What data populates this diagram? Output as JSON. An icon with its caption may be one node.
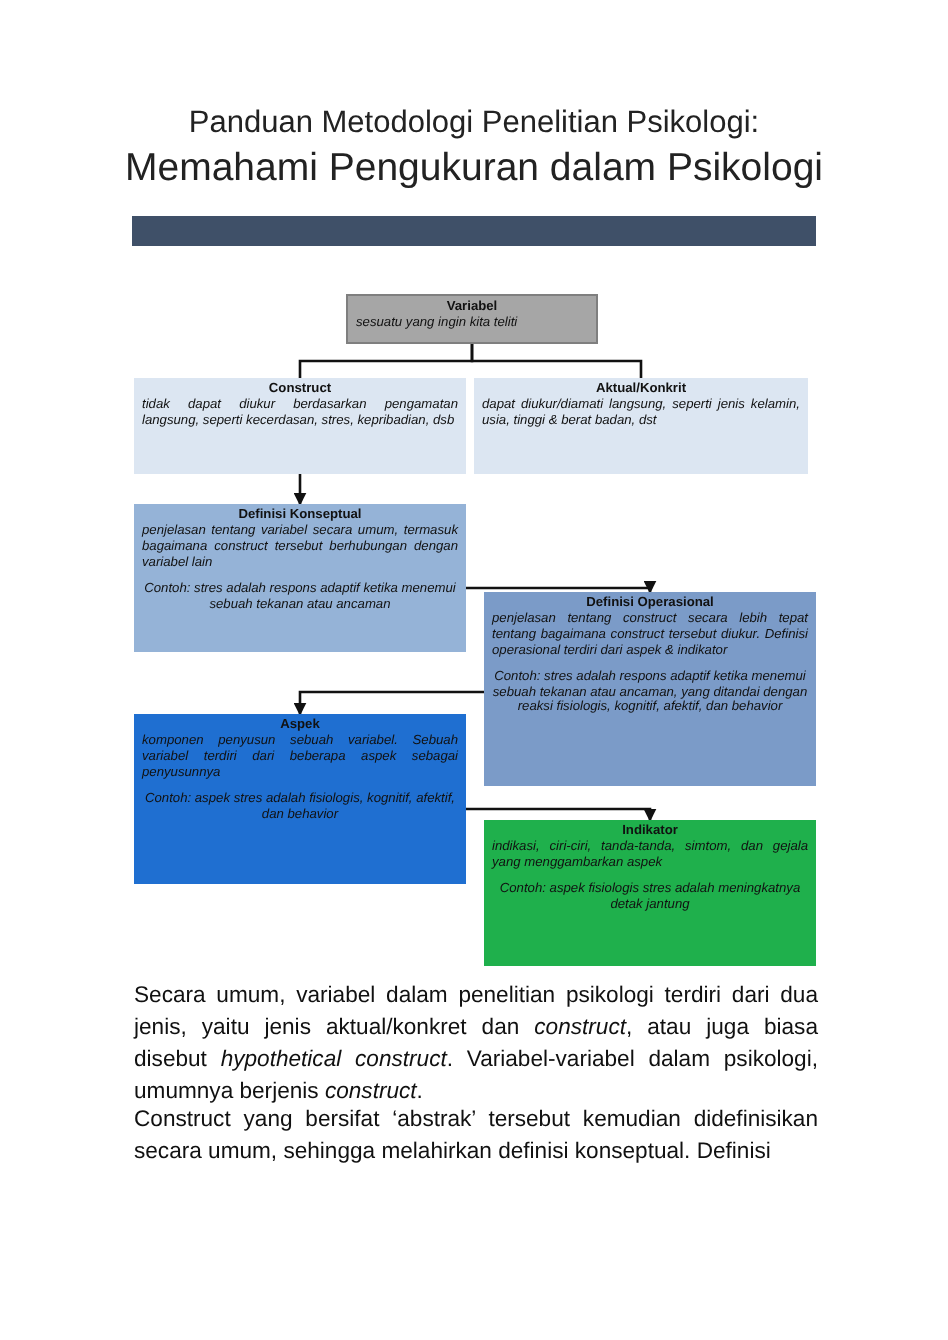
{
  "diagram": {
    "title": "Panduan Metodologi Penelitian Psikologi: Memahami Pengukuran dalam Psikologi",
    "nodes": [
      {
        "text": [
          "Variabel",
          "sesuatu yang ingin kita teliti"
        ]
      },
      {
        "text": [
          "Construct",
          "tidak dapat diukur berdasarkan pengamatan langsung, seperti kecerdasan, stres, kepribadian, dsb"
        ]
      },
      {
        "text": [
          "Aktual/Konkrit",
          "dapat diukur/diamati langsung, seperti jenis kelamin, usia, tinggi & berat badan, dst"
        ]
      },
      {
        "text": [
          "Definisi Konseptual",
          "penjelasan tentang variabel secara umum, termasuk bagaimana construct tersebut berhubungan dengan variabel lain",
          "Contoh: stres adalah respons adaptif ketika menemui sebuah tekanan atau ancaman"
        ]
      },
      {
        "text": [
          "Definisi Operasional",
          "penjelasan tentang construct secara lebih tepat tentang bagaimana construct tersebut diukur. Definisi operasional terdiri dari aspek & indikator",
          "Contoh: stres adalah respons adaptif ketika menemui sebuah tekanan atau ancaman, yang ditandai dengan reaksi fisiologis, kognitif, afektif, dan behavior"
        ]
      },
      {
        "text": [
          "Aspek",
          "komponen penyusun sebuah variabel. Sebuah variabel terdiri dari beberapa aspek sebagai penyusunnya",
          "Contoh: aspek stres adalah fisiologis, kognitif, afektif, dan behavior"
        ]
      },
      {
        "text": [
          "Indikator",
          "indikasi, ciri-ciri, tanda-tanda, simtom, dan gejala yang menggambarkan aspek",
          "Contoh: aspek fisiologis stres adalah meningkatnya detak jantung"
        ]
      }
    ],
    "edges": [
      {
        "from": 0,
        "to": 1,
        "arrow": "none"
      },
      {
        "from": 0,
        "to": 2,
        "arrow": "none"
      },
      {
        "from": 1,
        "to": 3,
        "arrow": "to"
      },
      {
        "from": 3,
        "to": 4,
        "arrow": "to"
      },
      {
        "from": 4,
        "to": 5,
        "arrow": "to"
      },
      {
        "from": 5,
        "to": 6,
        "arrow": "to"
      }
    ],
    "labels": [
      "Secara umum, variabel dalam penelitian psikologi terdiri dari dua jenis, yaitu jenis aktual/konkret dan *construct*, atau juga biasa disebut *hypothetical construct*. Variabel-variabel dalam psikologi, umumnya berjenis *construct*.",
      "Construct yang bersifat ‘abstrak’ tersebut kemudian didefinisikan secara umum, sehingga melahirkan definisi konseptual. Definisi"
    ]
  }
}
